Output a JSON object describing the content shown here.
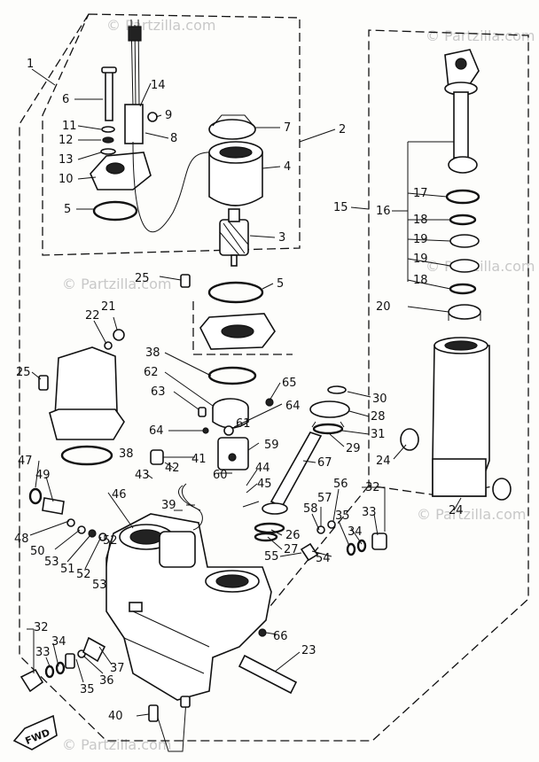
{
  "watermarks": [
    "© Partzilla.com",
    "© Partzilla.com",
    "© Partzilla.com",
    "© Partzilla.com",
    "© Partzilla.com",
    "© Partzilla.com"
  ],
  "fwd_label": "FWD",
  "callouts": [
    "1",
    "2",
    "3",
    "4",
    "5",
    "5",
    "6",
    "7",
    "8",
    "9",
    "10",
    "11",
    "12",
    "13",
    "14",
    "15",
    "16",
    "17",
    "18",
    "18",
    "19",
    "19",
    "20",
    "21",
    "22",
    "23",
    "24",
    "24",
    "25",
    "25",
    "26",
    "27",
    "28",
    "29",
    "30",
    "31",
    "32",
    "32",
    "33",
    "33",
    "34",
    "34",
    "35",
    "35",
    "36",
    "37",
    "38",
    "38",
    "39",
    "40",
    "41",
    "42",
    "43",
    "44",
    "45",
    "46",
    "47",
    "48",
    "49",
    "50",
    "51",
    "52",
    "52",
    "53",
    "53",
    "54",
    "55",
    "56",
    "57",
    "58",
    "59",
    "60",
    "61",
    "62",
    "63",
    "64",
    "64",
    "65",
    "66",
    "67"
  ]
}
